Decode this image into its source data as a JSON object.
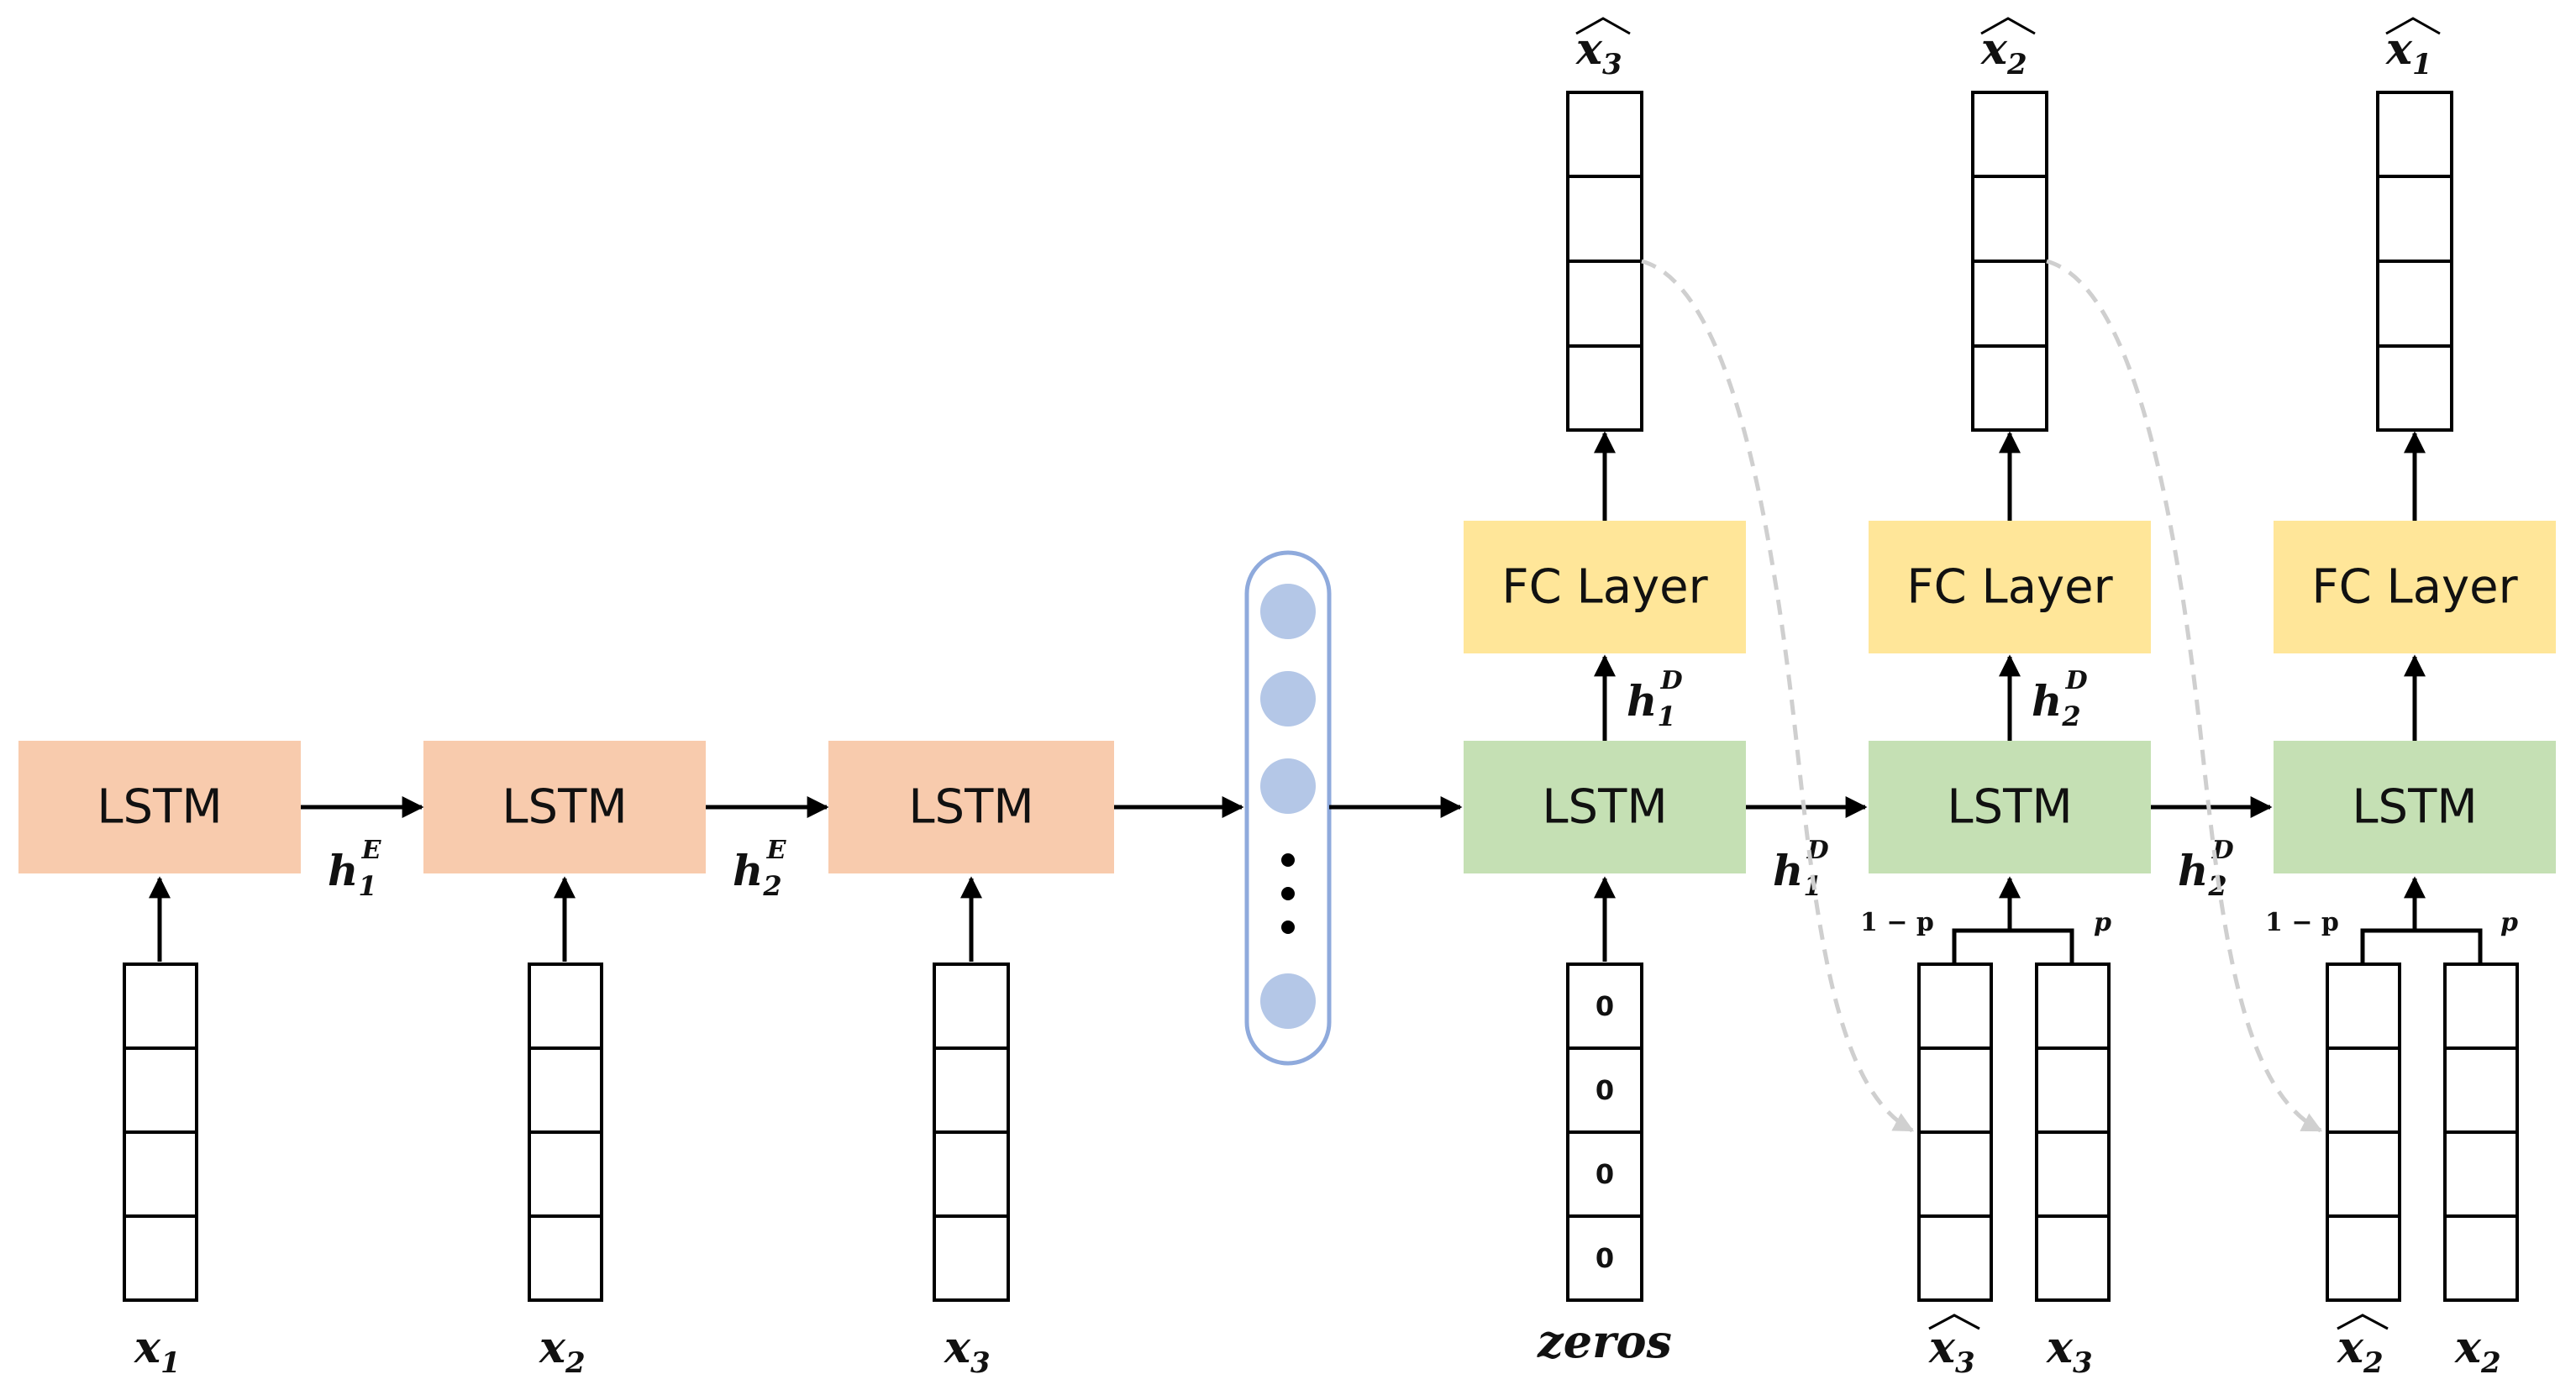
{
  "encoder": {
    "cells": [
      {
        "label": "LSTM",
        "input_var": "x",
        "input_sub": "1"
      },
      {
        "label": "LSTM",
        "input_var": "x",
        "input_sub": "2"
      },
      {
        "label": "LSTM",
        "input_var": "x",
        "input_sub": "3"
      }
    ],
    "hidden": [
      {
        "var": "h",
        "sub": "1",
        "sup": "E"
      },
      {
        "var": "h",
        "sub": "2",
        "sup": "E"
      }
    ],
    "color": "#f8cbad"
  },
  "latent": {
    "dots": "⋮",
    "node_color": "#b4c7e7",
    "border_color": "#8faadc"
  },
  "decoder": {
    "cells": [
      {
        "label": "LSTM",
        "fc_label": "FC Layer",
        "output_var": "x",
        "output_sub": "3",
        "hidden_up": {
          "var": "h",
          "sub": "1",
          "sup": "D"
        }
      },
      {
        "label": "LSTM",
        "fc_label": "FC Layer",
        "output_var": "x",
        "output_sub": "2",
        "hidden_up": {
          "var": "h",
          "sub": "2",
          "sup": "D"
        }
      },
      {
        "label": "LSTM",
        "fc_label": "FC Layer",
        "output_var": "x",
        "output_sub": "1"
      }
    ],
    "hidden_right": [
      {
        "var": "h",
        "sub": "1",
        "sup": "D"
      },
      {
        "var": "h",
        "sub": "2",
        "sup": "D"
      }
    ],
    "zeros_input": {
      "values": [
        "0",
        "0",
        "0",
        "0"
      ],
      "label": "zeros"
    },
    "mix_inputs": [
      {
        "left": {
          "var": "x",
          "sub": "3",
          "hat": true
        },
        "right": {
          "var": "x",
          "sub": "3",
          "hat": false
        },
        "left_weight": "1 − p",
        "right_weight": "p"
      },
      {
        "left": {
          "var": "x",
          "sub": "2",
          "hat": true
        },
        "right": {
          "var": "x",
          "sub": "2",
          "hat": false
        },
        "left_weight": "1 − p",
        "right_weight": "p"
      }
    ],
    "lstm_color": "#c5e0b4",
    "fc_color": "#ffe699"
  }
}
